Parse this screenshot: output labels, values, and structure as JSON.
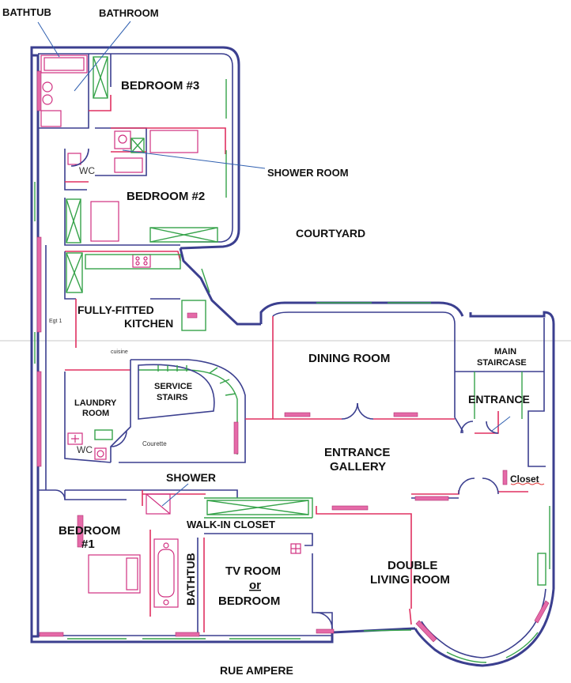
{
  "labels": {
    "bathtub_top": "BATHTUB",
    "bathroom": "BATHROOM",
    "bedroom3": "BEDROOM #3",
    "shower_room": "SHOWER ROOM",
    "wc_top": "WC",
    "bedroom2": "BEDROOM #2",
    "courtyard": "COURTYARD",
    "kitchen_line1": "FULLY-FITTED",
    "kitchen_line2": "KITCHEN",
    "dining_room": "DINING ROOM",
    "main_staircase_line1": "MAIN",
    "main_staircase_line2": "STAIRCASE",
    "entrance": "ENTRANCE",
    "service_stairs_line1": "SERVICE",
    "service_stairs_line2": "STAIRS",
    "laundry_line1": "LAUNDRY",
    "laundry_line2": "ROOM",
    "wc_bottom": "WC",
    "courette": "Courette",
    "entrance_gallery_line1": "ENTRANCE",
    "entrance_gallery_line2": "GALLERY",
    "closet": "Closet",
    "shower": "SHOWER",
    "bedroom1_line1": "BEDROOM",
    "bedroom1_line2": "#1",
    "walk_in_closet": "WALK-IN CLOSET",
    "bathtub_bottom": "BATHTUB",
    "tv_room_line1": "TV ROOM",
    "tv_room_line2": "or",
    "tv_room_line3": "BEDROOM",
    "double_living_line1": "DOUBLE",
    "double_living_line2": "LIVING ROOM",
    "street": "RUE AMPERE",
    "cuisine": "cuisine",
    "egt": "Egt 1"
  },
  "colors": {
    "exterior_wall": "#3b3f8f",
    "interior_wall": "#e03060",
    "window": "#36a34a",
    "radiator": "#e56aa8",
    "leader_line": "#3060b0"
  }
}
